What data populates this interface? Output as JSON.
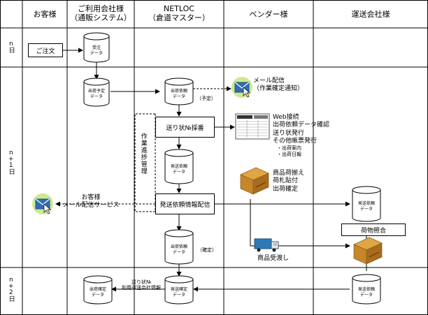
{
  "headers": {
    "customer": "お客様",
    "client_line1": "ご利用会社様",
    "client_line2": "（通販システム）",
    "netloc_line1": "NETLOC",
    "netloc_line2": "（倉道マスター）",
    "vendor": "ベンダー様",
    "carrier": "運送会社様"
  },
  "days": {
    "n": "n日",
    "n1": "n+1日",
    "n2": "n+2日"
  },
  "nodes": {
    "order": "ご注文",
    "order_received_l1": "受注",
    "order_received_l2": "データ",
    "ship_plan_l1": "出荷予定",
    "ship_plan_l2": "データ",
    "ship_request_l1": "出荷依頼",
    "ship_request_l2": "データ",
    "planned_tag": "（予定）",
    "mail_title": "メール配信",
    "mail_sub": "（作業確定通知）",
    "tracking_assign": "送り状№採番",
    "web_lines": [
      "Web接続",
      "出荷依頼データ確認",
      "送り状発行",
      "その他帳票発行",
      "・出荷案内",
      "・出荷日報"
    ],
    "progress_mgmt": "作業進捗管理",
    "dispatch_request_l1": "発送依頼",
    "dispatch_request_l2": "データ",
    "goods_lines": [
      "商品荷揃え",
      "荷札貼付",
      "出荷確定"
    ],
    "dispatch_info_send": "発送依頼情報配信",
    "customer_mail_l1": "お客様",
    "customer_mail_l2": "メール配信サービス",
    "carrier_dispatch_l1": "発送依頼",
    "carrier_dispatch_l2": "データ",
    "cargo_inquiry": "荷物照合",
    "ship_request2_l1": "出荷依頼",
    "ship_request2_l2": "データ",
    "confirmed_tag": "（確定）",
    "goods_handover": "商品受渡し",
    "ship_confirmed_l1": "出荷確定",
    "ship_confirmed_l2": "データ",
    "dispatch_confirmed_l1": "発送確定",
    "dispatch_confirmed_l2": "データ",
    "tracking_info_l1": "送り状№",
    "tracking_info_l2": "利用運送会社情報",
    "carrier_dispatch2_l1": "発送依頼",
    "carrier_dispatch2_l2": "データ"
  },
  "colors": {
    "line": "#000000",
    "mail_icon_glow": "#a6d63c",
    "mail_icon_body": "#2f6db3",
    "box_brown": "#c8862b",
    "truck_blue": "#2c7ab8"
  }
}
